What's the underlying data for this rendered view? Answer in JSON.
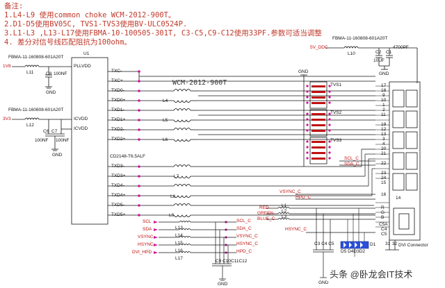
{
  "notes": {
    "title": "备注:",
    "line1": "1.L4-L9 使用common choke WCM-2012-900T。",
    "line2": "2.D1-D5使用BV05C, TVS1-TVS3使用BV-ULC0524P.",
    "line3": "3.L1-L3 ,L13-L17使用FBMA-10-100505-301T, C3-C5,C9-C12使用33PF.参数可适当调整",
    "line4": "4. 差分对信号线匹配阻抗为100ohm。"
  },
  "power_left": {
    "fb1_part": "FBMA-11-160808-601A20T",
    "fb1_ref": "L11",
    "net_1v8": "1V8",
    "c8": "C8",
    "c8_val": "100NF",
    "gnd1": "GND",
    "fb2_part": "FBMA-11-160808-601A20T",
    "fb2_ref": "L12",
    "net_3v3": "3V3",
    "c6": "C6",
    "c7": "C7",
    "c6_val": "100NF",
    "c7_val": "100NF",
    "gnd2": "GND"
  },
  "u1": {
    "ref": "U1",
    "part": "CD2148-T6.5ALF",
    "pin_pllvdd": "PLLVDD",
    "pin_icvdd1": "ICVDD",
    "pin_icvdd2": "ICVDD",
    "right_pins": [
      "TXC-",
      "TXC+",
      "TXD0-",
      "TXD0+",
      "TXD1-",
      "TXD1+",
      "TXD2-",
      "TXD2+"
    ],
    "right_pins2": [
      "TXD3-",
      "TXD3+",
      "TXD4-",
      "TXD4+",
      "TXD5-",
      "TXD5+"
    ]
  },
  "chokes": {
    "part": "WCM-2012-900T",
    "refs": [
      "L4",
      "L5",
      "L6",
      "L7",
      "L8",
      "L9"
    ]
  },
  "tvs": {
    "gnd": "GND",
    "refs": [
      "TVS1",
      "TVS2",
      "TVS3"
    ]
  },
  "mid_signals": {
    "scl": "SCL_C",
    "sda": "SDA_C",
    "vsync": "VSYNC_C",
    "hpd": "HPD_C",
    "red": "RED",
    "green": "GREEN",
    "blue": "BLUE_C",
    "hsync": "HSYNC_C",
    "l1": "L1",
    "l2": "L2",
    "l3": "L3"
  },
  "bottom_left": {
    "inputs": [
      "SCL",
      "SDA",
      "VSYNC",
      "HSYNC",
      "DVI_HPD"
    ],
    "refs": [
      "L13",
      "L14",
      "L15",
      "L16",
      "L17"
    ],
    "outputs": [
      "SCL_C",
      "SDA_C",
      "VSYNC_C",
      "HSYNC_C",
      "HPD_C"
    ],
    "caps": "C9 C10C11C12",
    "gnd": "GND"
  },
  "bottom_mid": {
    "caps": "C3 C4 C5",
    "diodes": "D5 D4D3D2",
    "d1": "D1",
    "gnd": "GND"
  },
  "power_right": {
    "fb_part": "FBMA-11-160808-601A20T",
    "fb_ref": "L10",
    "net": "5V_DDC",
    "c2": "C2",
    "c1": "C1",
    "c1_val": "4700PF",
    "c2_val": "10UF",
    "gnd": "GND"
  },
  "connector": {
    "label": "DVI Connector",
    "pins": [
      "17",
      "18",
      "9",
      "10",
      "1",
      "2",
      "11",
      "19",
      "12",
      "13",
      "3",
      "4",
      "20",
      "21",
      "22",
      "23",
      "24",
      "15",
      "16",
      "14",
      "R",
      "G",
      "B",
      "C5A",
      "C4",
      "C5"
    ],
    "bottom_pins": [
      "31",
      "32"
    ]
  },
  "watermark": "头条 @卧龙会IT技术"
}
